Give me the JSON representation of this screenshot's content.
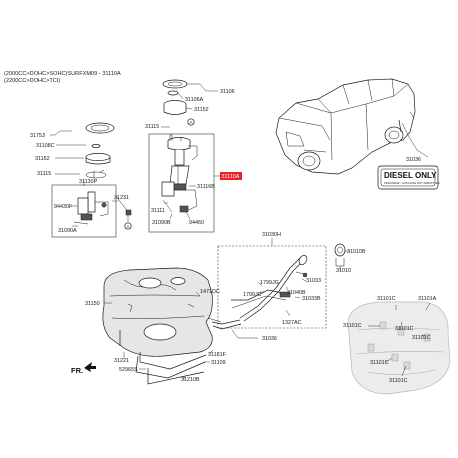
{
  "header": {
    "line1": "(2000CC>DOHC>SOHC)SURFXM09 - 31110A",
    "line2": "(2200CC>DOHC>TCI)"
  },
  "highlight_color": "#e8232a",
  "selected_part": "31110A",
  "callouts": {
    "A": "A"
  },
  "labels": {
    "p31106": "31106",
    "p31106A": "31106A",
    "p31152a": "31152",
    "p31115a": "31115",
    "p31110A": "31110A",
    "p31116B": "31116B",
    "p31111": "31111",
    "p31090B": "31090B",
    "p94460": "94460",
    "p31753": "31753",
    "p31108C": "31108C",
    "p31152b": "31152",
    "p31115b": "31115",
    "p31130P": "31130P",
    "p31231": "31231",
    "p94430F": "94430F",
    "p31090A": "31090A",
    "p31036a": "31036",
    "p31030H": "31030H",
    "p31033a": "31033",
    "p31010B": "31010B",
    "p31010": "31010",
    "p1799JG": "1799JG",
    "p1799JC": "1799JC",
    "p31040B": "31040B",
    "p31033B": "31033B",
    "p1327AC": "1327AC",
    "p31036b": "31036",
    "p1471DC": "1471DC",
    "p31150": "31150",
    "p31181F": "31181F",
    "p31109": "31109",
    "p31221": "31221",
    "p52965S": "52965S",
    "p31210B": "31210B",
    "p31101C_a": "31101C",
    "p31101A": "31101A",
    "p31101C_b": "31101C",
    "p31101C_c": "31101C",
    "p31101C_d": "31101C",
    "p31101C_e": "31101C",
    "p31101C_f": "31101C"
  },
  "diesel_sticker": {
    "title": "DIESEL ONLY",
    "subtitle": "KEROSENE / GASOLINE NOT PERMITTED"
  },
  "fr_label": "FR."
}
